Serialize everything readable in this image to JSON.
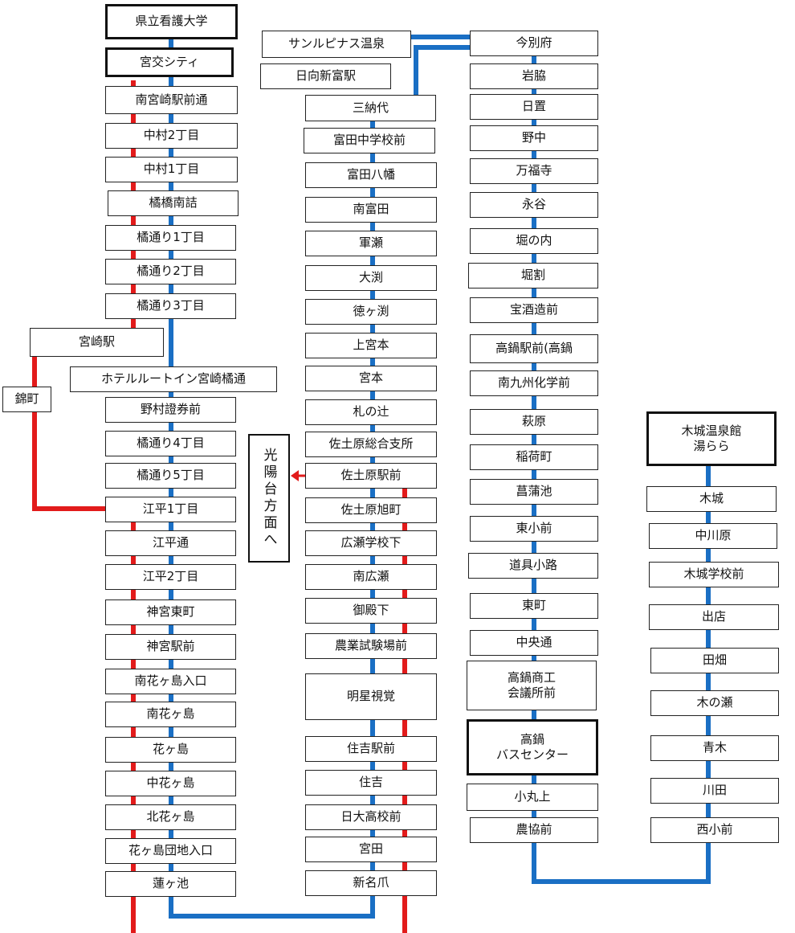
{
  "colors": {
    "route_blue": "#1a6fc4",
    "route_red": "#e21b1b",
    "border": "#222222"
  },
  "col1": [
    "県立看護大学",
    "宮交シティ",
    "南宮崎駅前通",
    "中村2丁目",
    "中村1丁目",
    "橘橋南詰",
    "橘通り1丁目",
    "橘通り2丁目",
    "橘通り3丁目",
    "宮崎駅",
    "ホテルルートイン宮崎橘通",
    "野村證券前",
    "橘通り4丁目",
    "橘通り5丁目",
    "江平1丁目",
    "江平通",
    "江平2丁目",
    "神宮東町",
    "神宮駅前",
    "南花ヶ島入口",
    "南花ヶ島",
    "花ヶ島",
    "中花ヶ島",
    "北花ヶ島",
    "花ヶ島団地入口",
    "蓮ヶ池"
  ],
  "nishikimachi": "錦町",
  "col2": [
    "サンルピナス温泉",
    "日向新富駅",
    "三納代",
    "富田中学校前",
    "富田八幡",
    "南富田",
    "軍瀬",
    "大渕",
    "徳ヶ渕",
    "上宮本",
    "宮本",
    "札の辻",
    "佐土原総合支所",
    "佐土原駅前",
    "佐土原旭町",
    "広瀬学校下",
    "南広瀬",
    "御殿下",
    "農業試験場前",
    "明星視覚",
    "住吉駅前",
    "住吉",
    "日大高校前",
    "宮田",
    "新名爪"
  ],
  "direction": "光陽台方面へ",
  "col3": [
    "今別府",
    "岩脇",
    "日置",
    "野中",
    "万福寺",
    "永谷",
    "堀の内",
    "堀割",
    "宝酒造前",
    "高鍋駅前(高鍋",
    "南九州化学前",
    "萩原",
    "稲荷町",
    "菖蒲池",
    "東小前",
    "道具小路",
    "東町",
    "中央通",
    "高鍋商工\n会議所前",
    "高鍋\nバスセンター",
    "小丸上",
    "農協前"
  ],
  "col4": [
    "木城温泉館\n湯らら",
    "木城",
    "中川原",
    "木城学校前",
    "出店",
    "田畑",
    "木の瀬",
    "青木",
    "川田",
    "西小前"
  ]
}
